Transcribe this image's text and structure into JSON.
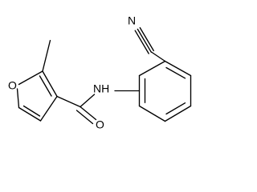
{
  "structure": {
    "atoms": {
      "n_nitrile": "N",
      "n_amide": "NH",
      "o_amide": "O",
      "o_furan": "O"
    },
    "colors": {
      "bond": "#000000",
      "label": "#000000",
      "background": "#ffffff"
    }
  }
}
